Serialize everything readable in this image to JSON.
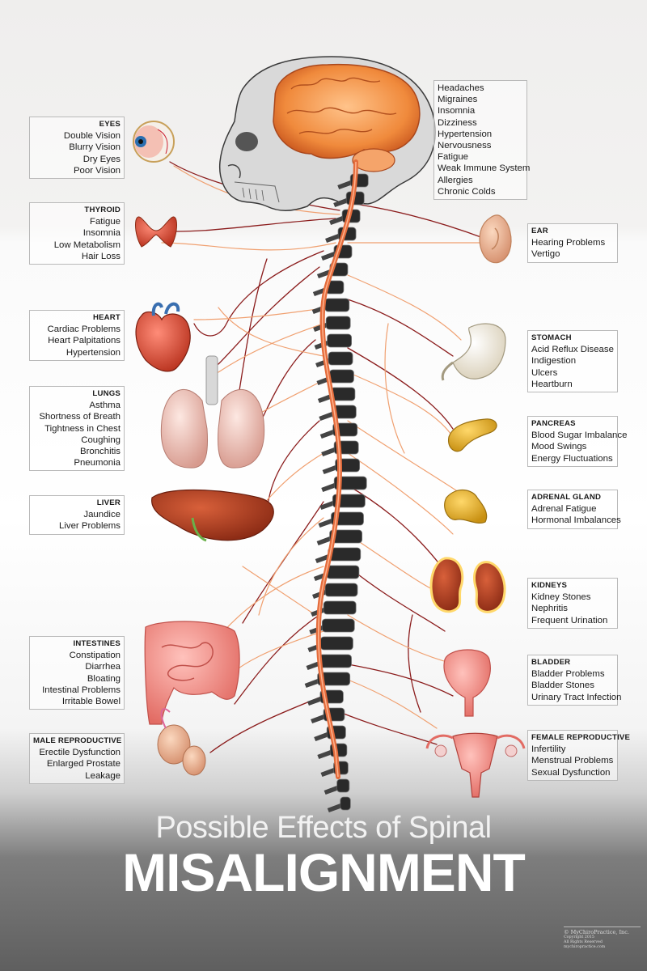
{
  "title": {
    "line1": "Possible Effects of Spinal",
    "line2": "MISALIGNMENT"
  },
  "copyright": {
    "brand": "© MyChiroPractice, Inc.",
    "year": "Copyright 2015",
    "rights": "All Rights Reserved",
    "site": "mychiropractice.com"
  },
  "colors": {
    "nerve_dark": "#8b1c1c",
    "nerve_light": "#f0a070",
    "cord": "#e46c3c",
    "brain": "#f08a3c",
    "bone": "#2a2a2a"
  },
  "left_groups": [
    {
      "key": "eyes",
      "icon": "eye-icon",
      "heading": "EYES",
      "items": [
        "Double Vision",
        "Blurry Vision",
        "Dry Eyes",
        "Poor Vision"
      ]
    },
    {
      "key": "thyroid",
      "icon": "thyroid-icon",
      "heading": "THYROID",
      "items": [
        "Fatigue",
        "Insomnia",
        "Low Metabolism",
        "Hair Loss"
      ]
    },
    {
      "key": "heart",
      "icon": "heart-icon",
      "heading": "HEART",
      "items": [
        "Cardiac Problems",
        "Heart Palpitations",
        "Hypertension"
      ]
    },
    {
      "key": "lungs",
      "icon": "lungs-icon",
      "heading": "LUNGS",
      "items": [
        "Asthma",
        "Shortness of Breath",
        "Tightness in Chest",
        "Coughing",
        "Bronchitis",
        "Pneumonia"
      ]
    },
    {
      "key": "liver",
      "icon": "liver-icon",
      "heading": "LIVER",
      "items": [
        "Jaundice",
        "Liver Problems"
      ]
    },
    {
      "key": "intestines",
      "icon": "intestines-icon",
      "heading": "INTESTINES",
      "items": [
        "Constipation",
        "Diarrhea",
        "Bloating",
        "Intestinal Problems",
        "Irritable Bowel"
      ]
    },
    {
      "key": "male",
      "icon": "male-reproductive-icon",
      "heading": "MALE REPRODUCTIVE",
      "items": [
        "Erectile Dysfunction",
        "Enlarged Prostate",
        "Leakage"
      ]
    }
  ],
  "right_groups": [
    {
      "key": "brain",
      "icon": "brain-icon",
      "heading": "",
      "items": [
        "Headaches",
        "Migraines",
        "Insomnia",
        "Dizziness",
        "Hypertension",
        "Nervousness",
        "Fatigue",
        "Weak Immune System",
        "Allergies",
        "Chronic Colds"
      ]
    },
    {
      "key": "ear",
      "icon": "ear-icon",
      "heading": "EAR",
      "items": [
        "Hearing Problems",
        "Vertigo"
      ]
    },
    {
      "key": "stomach",
      "icon": "stomach-icon",
      "heading": "STOMACH",
      "items": [
        "Acid Reflux Disease",
        "Indigestion",
        "Ulcers",
        "Heartburn"
      ]
    },
    {
      "key": "pancreas",
      "icon": "pancreas-icon",
      "heading": "PANCREAS",
      "items": [
        "Blood Sugar Imbalance",
        "Mood Swings",
        "Energy Fluctuations"
      ]
    },
    {
      "key": "adrenal",
      "icon": "adrenal-gland-icon",
      "heading": "ADRENAL GLAND",
      "items": [
        "Adrenal Fatigue",
        "Hormonal Imbalances"
      ]
    },
    {
      "key": "kidneys",
      "icon": "kidneys-icon",
      "heading": "KIDNEYS",
      "items": [
        "Kidney Stones",
        "Nephritis",
        "Frequent Urination"
      ]
    },
    {
      "key": "bladder",
      "icon": "bladder-icon",
      "heading": "BLADDER",
      "items": [
        "Bladder Problems",
        "Bladder Stones",
        "Urinary Tract Infection"
      ]
    },
    {
      "key": "female",
      "icon": "female-reproductive-icon",
      "heading": "FEMALE REPRODUCTIVE",
      "items": [
        "Infertility",
        "Menstrual Problems",
        "Sexual Dysfunction"
      ]
    }
  ]
}
